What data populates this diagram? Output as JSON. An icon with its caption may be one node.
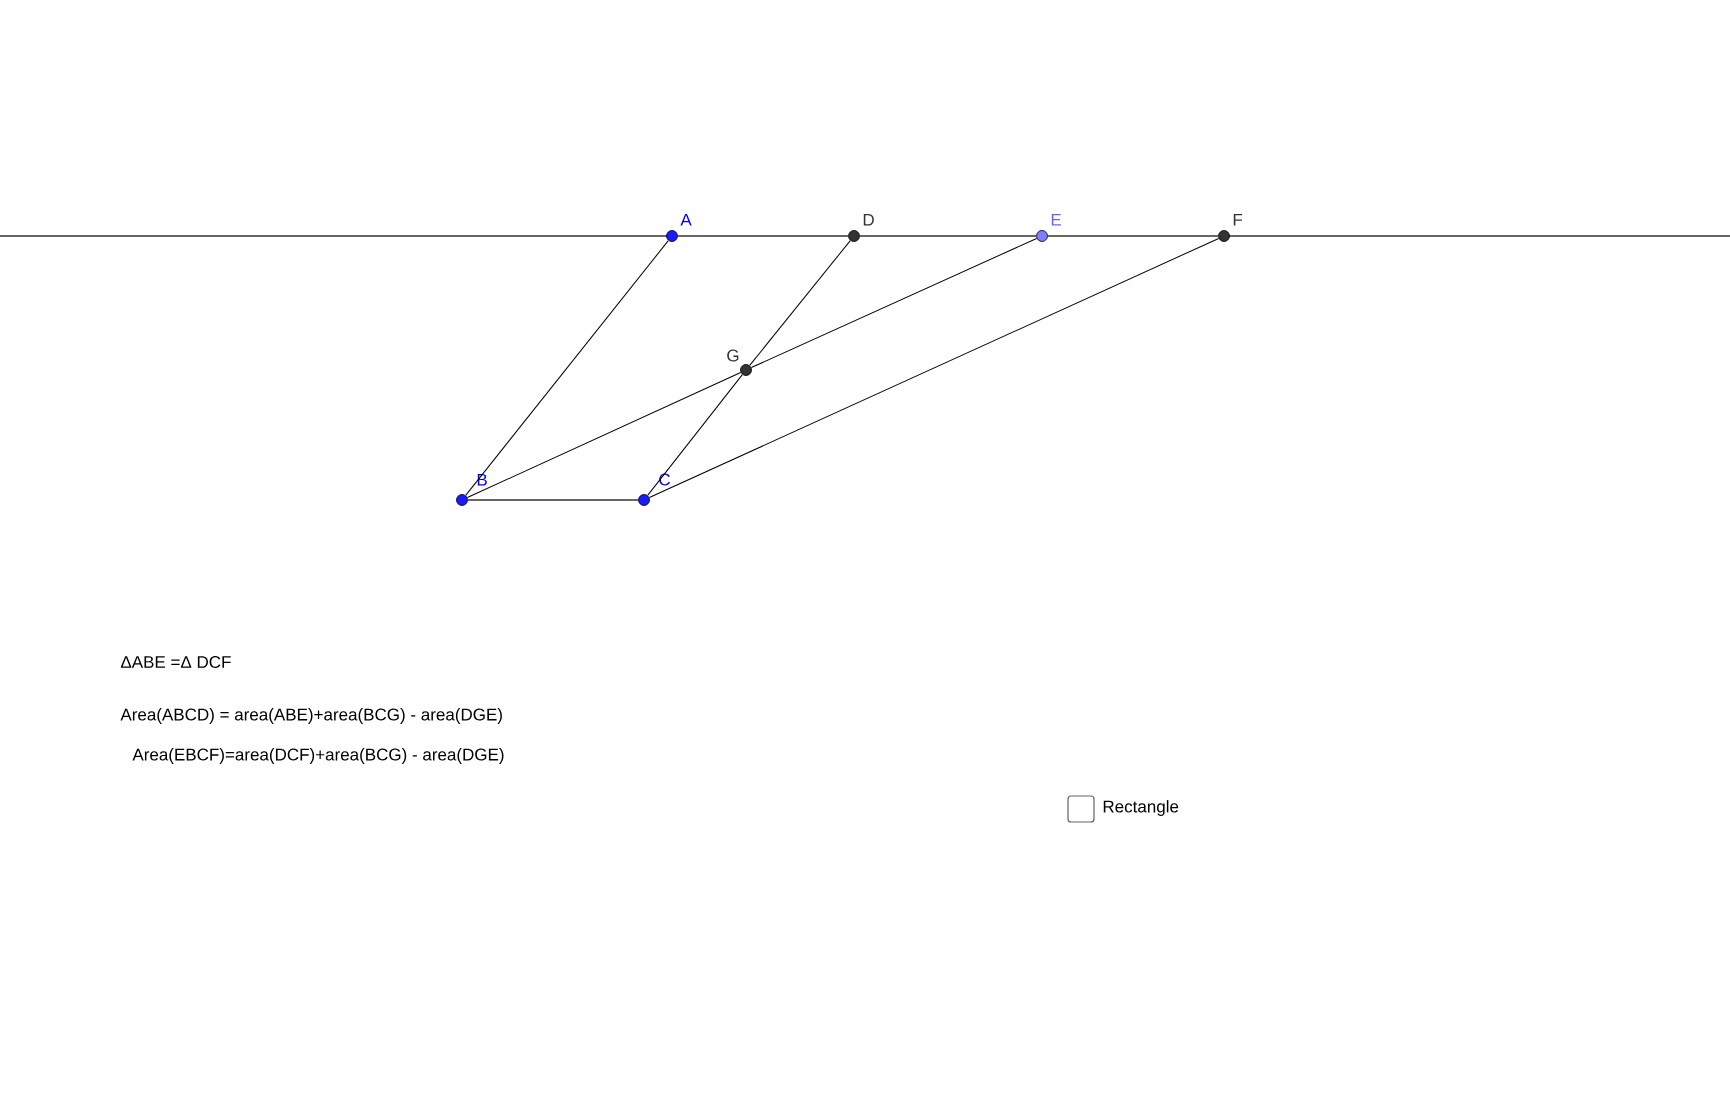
{
  "diagram": {
    "nodes": [
      {
        "text": [
          "A"
        ]
      },
      {
        "text": [
          "D"
        ]
      },
      {
        "text": [
          "E"
        ]
      },
      {
        "text": [
          "F"
        ]
      },
      {
        "text": [
          "G"
        ]
      },
      {
        "text": [
          "B"
        ]
      },
      {
        "text": [
          "C"
        ]
      }
    ],
    "edges": [
      {
        "from": 0,
        "to": 1,
        "arrow": "none",
        "color": "#666666"
      },
      {
        "from": 1,
        "to": 2,
        "arrow": "none",
        "color": "#666666"
      },
      {
        "from": 2,
        "to": 3,
        "arrow": "none",
        "color": "#666666"
      },
      {
        "from": 0,
        "to": 5,
        "arrow": "none"
      },
      {
        "from": 1,
        "to": 4,
        "arrow": "none"
      },
      {
        "from": 4,
        "to": 6,
        "arrow": "none"
      },
      {
        "from": 2,
        "to": 4,
        "arrow": "none"
      },
      {
        "from": 4,
        "to": 5,
        "arrow": "none"
      },
      {
        "from": 3,
        "to": 6,
        "arrow": "none"
      },
      {
        "from": 5,
        "to": 6,
        "arrow": "none",
        "color": "#666666"
      }
    ],
    "labels": [
      "ΔABE =Δ DCF",
      "Area(ABCD) = area(ABE)+area(BCG) - area(DGE)",
      "Area(EBCF)=area(DCF)+area(BCG) - area(DGE)",
      "Rectangle"
    ]
  }
}
